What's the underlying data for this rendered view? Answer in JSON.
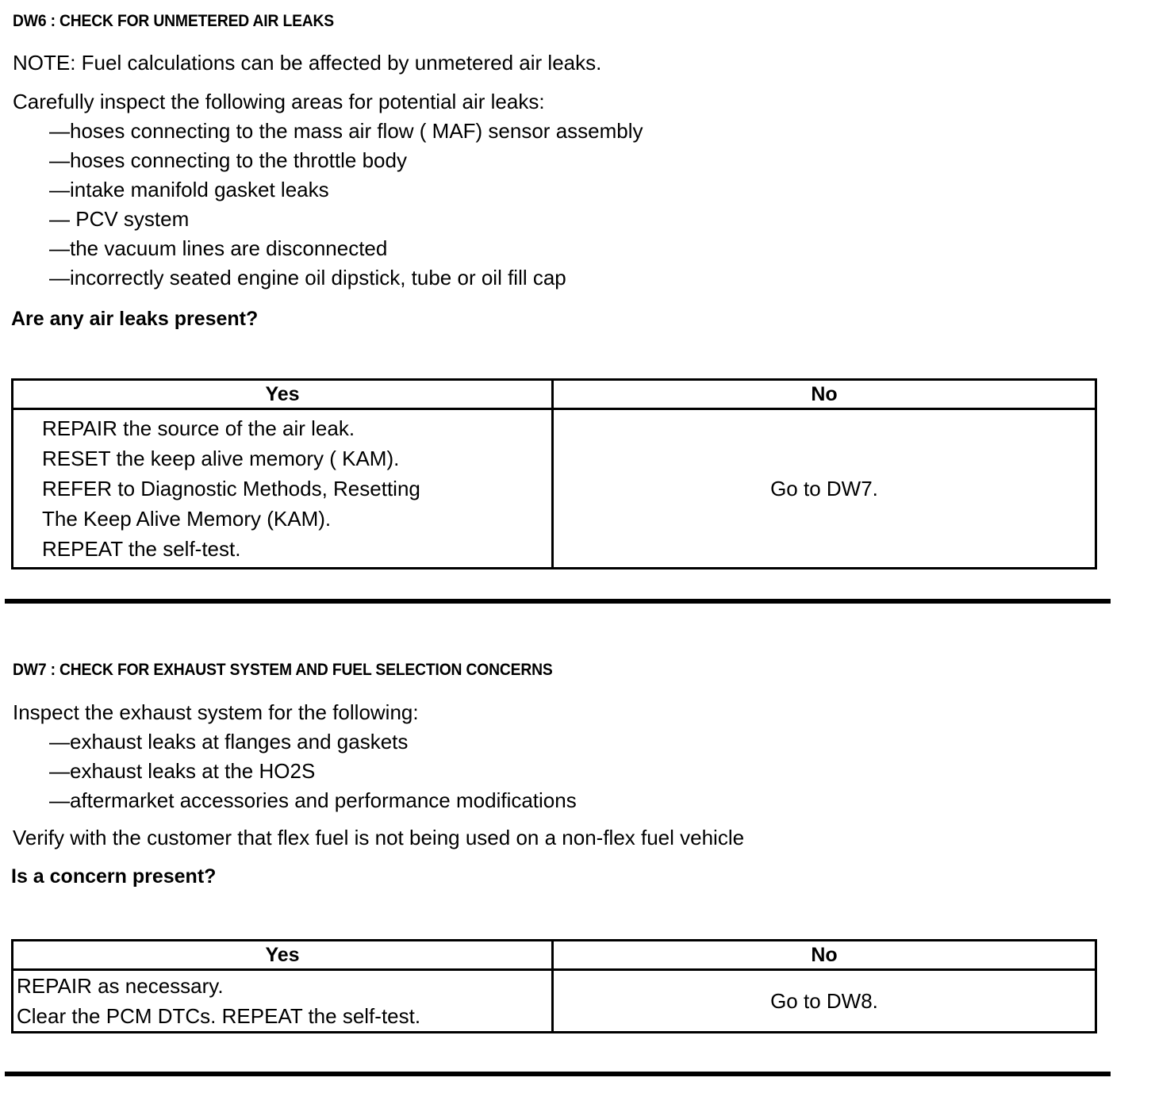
{
  "document": {
    "type": "diagnostic-pinpoint-test",
    "sections": [
      {
        "id": "DW6",
        "heading": "DW6 : CHECK FOR UNMETERED AIR LEAKS",
        "note": "NOTE: Fuel calculations can be affected by unmetered air leaks.",
        "intro": "Carefully inspect the following areas for potential air leaks:",
        "bullets": [
          "—hoses connecting to the mass air flow ( MAF) sensor assembly",
          "—hoses connecting to the throttle body",
          "—intake manifold gasket leaks",
          "— PCV system",
          "—the vacuum lines are disconnected",
          "—incorrectly seated engine oil dipstick, tube or oil fill cap"
        ],
        "question": "Are any air leaks present?",
        "table": {
          "headers": [
            "Yes",
            "No"
          ],
          "yes_cell": "REPAIR the source of the air leak.\nRESET the keep alive memory ( KAM).\nREFER to  Diagnostic Methods, Resetting\nThe Keep Alive Memory (KAM).\nREPEAT the self-test.",
          "no_cell": "Go to DW7."
        }
      },
      {
        "id": "DW7",
        "heading": "DW7 : CHECK FOR EXHAUST SYSTEM AND FUEL SELECTION CONCERNS",
        "intro": "Inspect the exhaust system for the following:",
        "bullets": [
          "—exhaust leaks at flanges and gaskets",
          "—exhaust leaks at the HO2S",
          "—aftermarket accessories and performance modifications"
        ],
        "verify": "Verify with the customer that flex fuel is not being used on a non-flex fuel vehicle",
        "question": "Is a concern present?",
        "table": {
          "headers": [
            "Yes",
            "No"
          ],
          "yes_cell": "REPAIR as necessary.\nClear the PCM DTCs. REPEAT the self-test.",
          "no_cell": "Go to DW8."
        }
      }
    ]
  },
  "style": {
    "ink_color": "#000000",
    "paper_color": "#ffffff"
  }
}
